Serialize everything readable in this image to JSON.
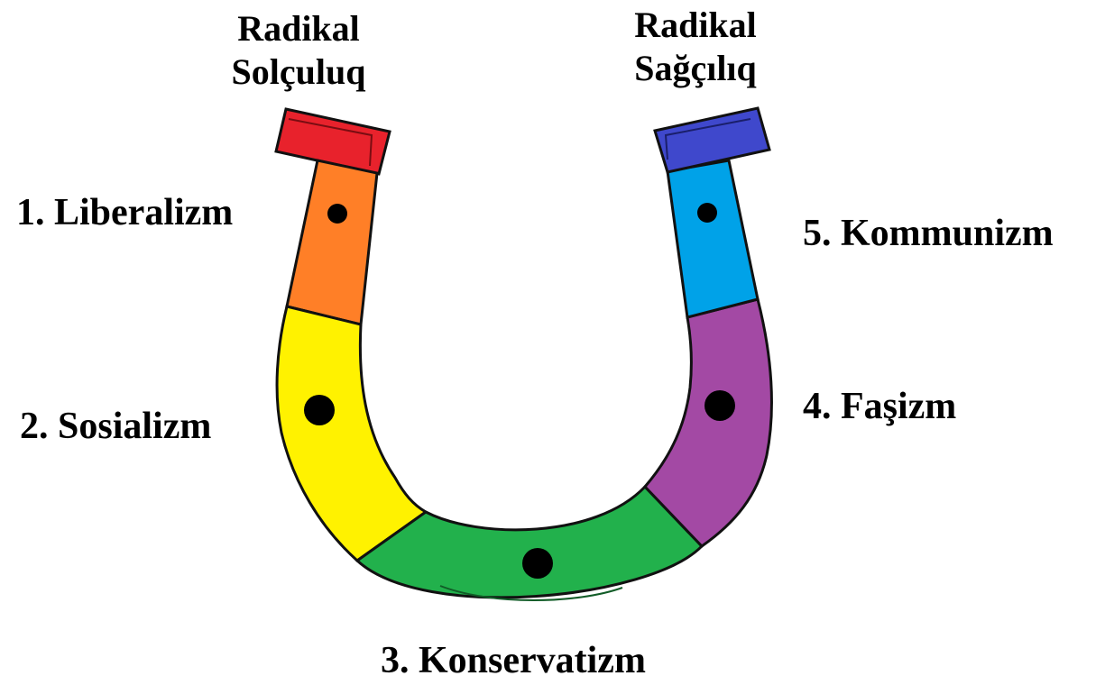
{
  "labels": {
    "radical_left": [
      "Radikal",
      "Solçuluq"
    ],
    "radical_right": [
      "Radikal",
      "Sağçılıq"
    ],
    "segments": [
      "1. Liberalizm",
      "2. Sosializm",
      "3. Konservatizm",
      "4. Faşizm",
      "5. Kommunizm"
    ]
  },
  "colors": {
    "radical_left": "#e8222c",
    "liberalism": "#ff7f27",
    "socialism": "#fff200",
    "conservatism": "#22b14c",
    "fascism": "#a349a4",
    "communism": "#00a2e8",
    "radical_right": "#3f48cc",
    "nail": "#000000",
    "outline": "#111111"
  }
}
